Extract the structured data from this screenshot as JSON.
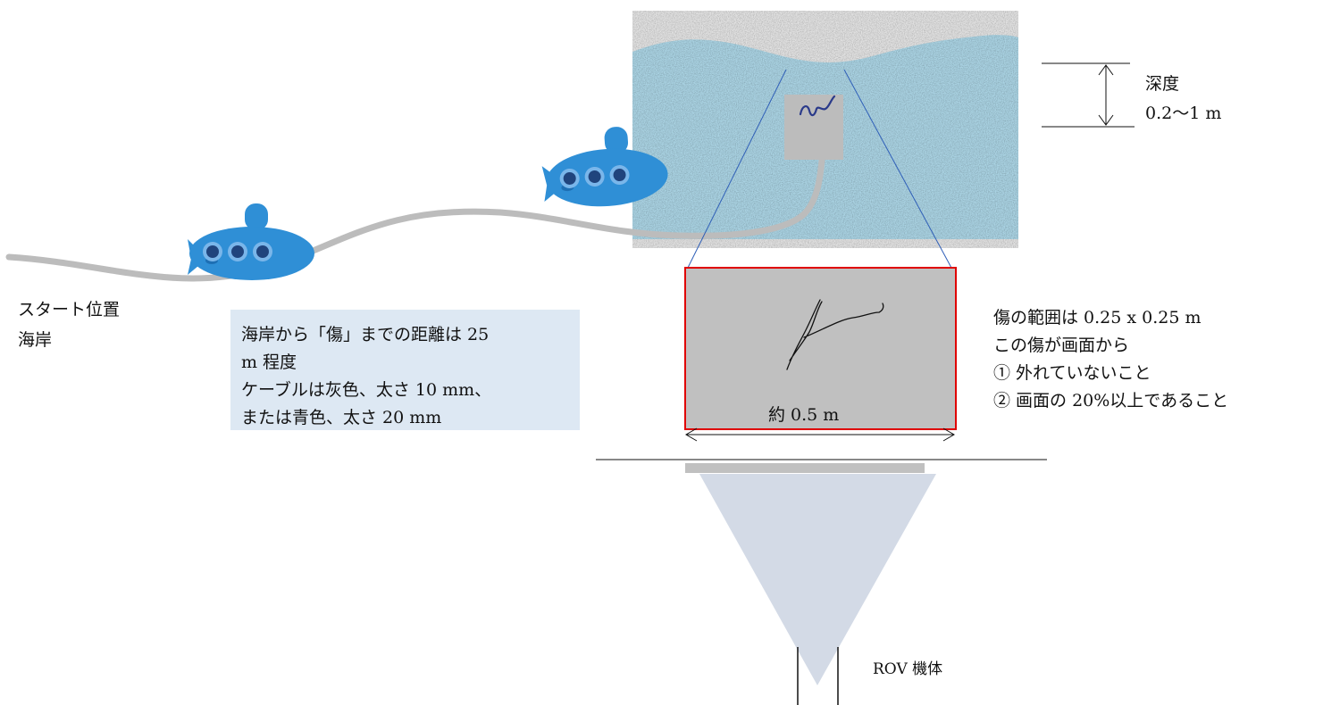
{
  "start": {
    "line1": "スタート位置",
    "line2": "海岸"
  },
  "info": {
    "line1": "海岸から「傷」までの距離は 25",
    "line2": "m 程度",
    "line3": "ケーブルは灰色、太さ 10 mm、",
    "line4": "または青色、太さ 20 mm"
  },
  "depth": {
    "label": "深度",
    "value": "0.2～1 m"
  },
  "damage": {
    "line1": "傷の範囲は 0.25 x 0.25 m",
    "line2": "この傷が画面から",
    "line3": "① 外れていないこと",
    "line4": "② 画面の 20%以上であること"
  },
  "scale_label": "約 0.5 m",
  "rov_label": "ROV 機体",
  "colors": {
    "sea": "#aad3e3",
    "shore": "#e2e2e2",
    "cable": "#bcbcbc",
    "submarine": "#2f8fd6",
    "frame_border": "#e00000",
    "frame_fill": "#c0c0c0",
    "camera_cone": "#d3dae6",
    "info_box": "#dde8f3"
  }
}
